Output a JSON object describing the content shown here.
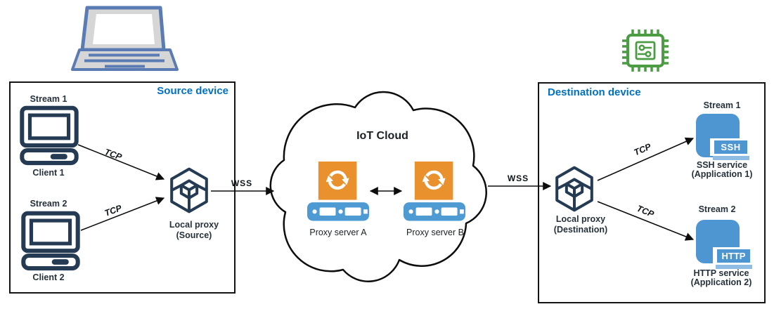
{
  "source_device": {
    "title": "Source device",
    "streams": [
      {
        "stream_label": "Stream 1",
        "client_label": "Client 1",
        "protocol": "TCP"
      },
      {
        "stream_label": "Stream 2",
        "client_label": "Client 2",
        "protocol": "TCP"
      }
    ],
    "local_proxy": {
      "line1": "Local proxy",
      "line2": "(Source)"
    }
  },
  "iot_cloud": {
    "title": "IoT Cloud",
    "servers": [
      {
        "label": "Proxy server A"
      },
      {
        "label": "Proxy server B"
      }
    ]
  },
  "destination_device": {
    "title": "Destination device",
    "local_proxy": {
      "line1": "Local proxy",
      "line2": "(Destination)"
    },
    "services": [
      {
        "stream_label": "Stream 1",
        "badge": "SSH",
        "service_line1": "SSH service",
        "service_line2": "(Application 1)",
        "protocol": "TCP"
      },
      {
        "stream_label": "Stream 2",
        "badge": "HTTP",
        "service_line1": "HTTP service",
        "service_line2": "(Application 2)",
        "protocol": "TCP"
      }
    ]
  },
  "connections": {
    "source_to_cloud": "WSS",
    "cloud_to_destination": "WSS"
  },
  "colors": {
    "title_blue": "#0070C0",
    "icon_navy": "#243B53",
    "server_orange": "#E8912D",
    "server_bar_blue": "#4E9BD4",
    "service_blue": "#4E96D1",
    "laptop_blue": "#5B7BB4",
    "chip_green": "#4C9C43"
  }
}
